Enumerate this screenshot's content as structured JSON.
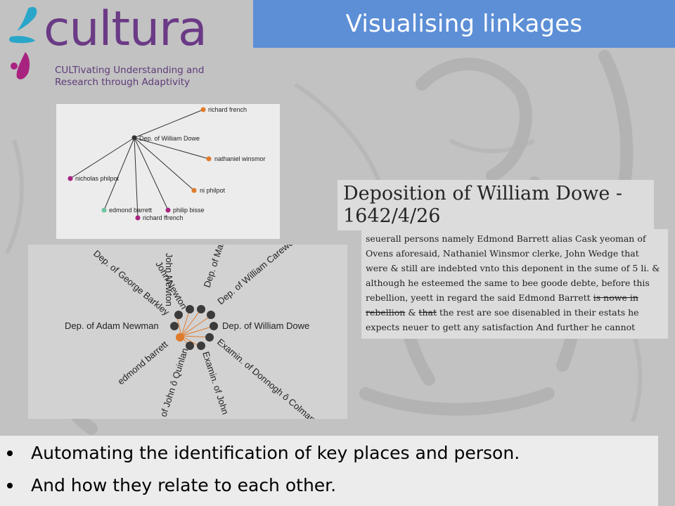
{
  "slide": {
    "title": "Visualising linkages",
    "logo": {
      "word": "cultura",
      "tagline_line1": "CULTivating Understanding and",
      "tagline_line2": "Research through Adaptivity"
    },
    "tree_graph": {
      "center_label": "Dep. of William Dowe",
      "nodes": [
        {
          "label": "richard french",
          "color": "#e07b2c"
        },
        {
          "label": "nathaniel winsmor",
          "color": "#e07b2c"
        },
        {
          "label": "nicholas philpot",
          "color": "#a8237f"
        },
        {
          "label": "ni philpot",
          "color": "#e07b2c"
        },
        {
          "label": "edmond barrett",
          "color": "#6fc4a0"
        },
        {
          "label": "philip bisse",
          "color": "#a8237f"
        },
        {
          "label": "richard ffrench",
          "color": "#a8237f"
        }
      ]
    },
    "radial_graph": {
      "labels": [
        "John Newton",
        "Dep. of Mary",
        "Dep. of William Carewe",
        "Dep. of George Barkley",
        "Dep. of Adam Newman",
        "Dep. of William Dowe",
        "edmond barrett",
        "of John ô Quinlan",
        "Examin. of John",
        "Examin. of Donnogh ô Colman"
      ]
    },
    "deposition": {
      "heading_line1": "Deposition of William Dowe -",
      "heading_line2": "1642/4/26",
      "line1": "seuerall persons namely Edmond Barrett alias Cask yeoman of",
      "line2": "Ovens aforesaid, Nathaniel Winsmor clerke, John Wedge that",
      "line3": "were & still are indebted vnto this deponent in the sume of 5 li. &",
      "line4": "although he esteemed the same to bee goode debte, before this",
      "line5_plain": "rebellion, yeett in regard the said Edmond Barrett ",
      "line5_struck": "is nowe in",
      "line6_struck1": "rebellion",
      "line6_mid": " & ",
      "line6_struck2": "that",
      "line6_rest": " the rest are soe disenabled in their estats he",
      "line7": "expects neuer to gett any satisfaction And further he cannot"
    },
    "bullets": [
      "Automating the identification of key places and person.",
      "And how they relate to each other."
    ]
  }
}
